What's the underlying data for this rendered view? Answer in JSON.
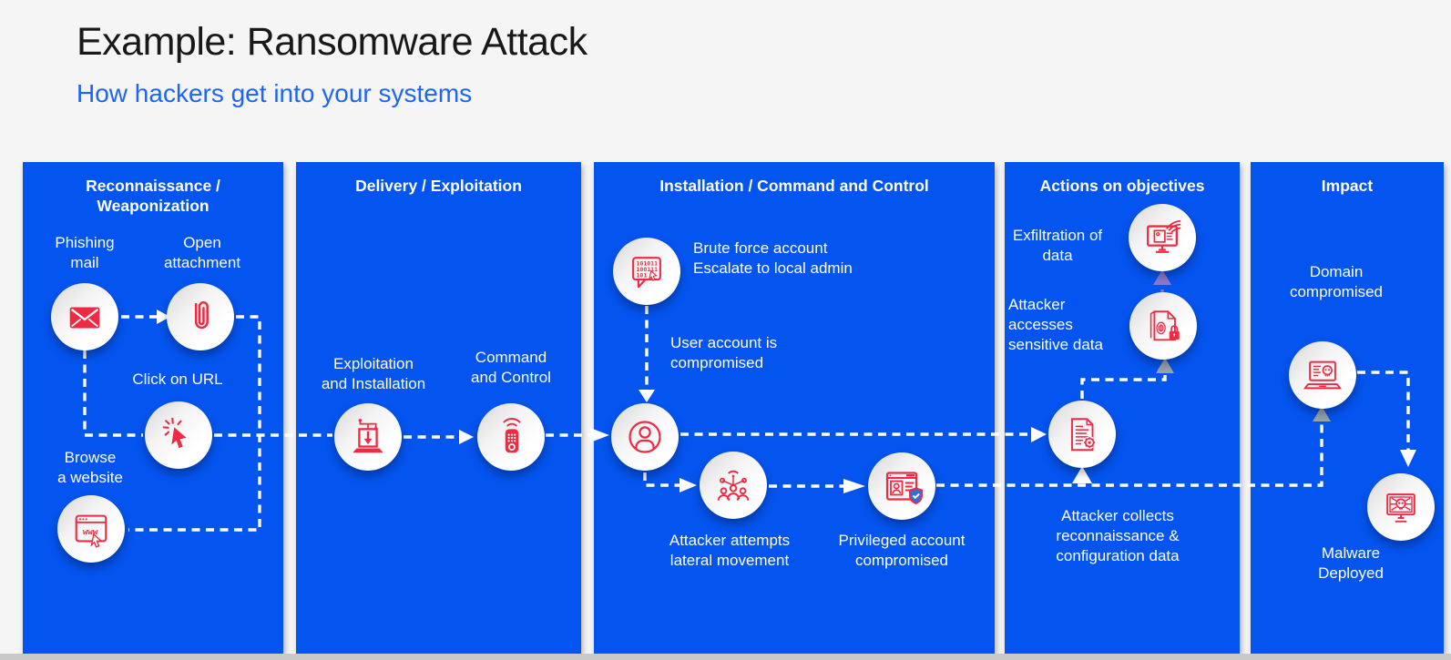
{
  "page": {
    "title": "Example: Ransomware Attack",
    "subtitle": "How hackers get into your systems"
  },
  "colors": {
    "panel_blue": "#0454ef",
    "icon_red": "#ee2b43",
    "subtitle_blue": "#1c66f5",
    "arrow_white": "#ffffff",
    "arrow_gray": "#9aa3ad",
    "arrow_purple": "#8a7ace",
    "shield_blue": "#2e6ee0",
    "background": "#f5f5f5"
  },
  "panels": [
    {
      "header": "Reconnaissance /\nWeaponization",
      "items": [
        {
          "label": "Phishing\nmail",
          "icon": "envelope-icon"
        },
        {
          "label": "Open\nattachment",
          "icon": "paperclip-icon"
        },
        {
          "label": "Click on URL",
          "icon": "cursor-click-icon"
        },
        {
          "label": "Browse\na website",
          "icon": "browser-www-icon"
        }
      ]
    },
    {
      "header": "Delivery / Exploitation",
      "items": [
        {
          "label": "Exploitation\nand Installation",
          "icon": "laptop-exploit-icon"
        },
        {
          "label": "Command\nand Control",
          "icon": "remote-control-icon"
        }
      ]
    },
    {
      "header": "Installation / Command and Control",
      "items": [
        {
          "label": "Brute force account\nEscalate to local admin",
          "icon": "binary-speech-bubble-icon"
        },
        {
          "label": "User account is\ncompromised",
          "icon": "user-account-icon"
        },
        {
          "label": "Attacker attempts\nlateral movement",
          "icon": "lateral-movement-icon"
        },
        {
          "label": "Privileged account\ncompromised",
          "icon": "privileged-account-icon"
        }
      ]
    },
    {
      "header": "Actions on objectives",
      "items": [
        {
          "label": "Exfiltration of\ndata",
          "icon": "data-exfiltration-icon"
        },
        {
          "label": "Attacker\naccesses\nsensitive data",
          "icon": "sensitive-data-lock-icon"
        },
        {
          "label": "Attacker collects\nreconnaissance &\nconfiguration data",
          "icon": "document-gear-icon"
        }
      ]
    },
    {
      "header": "Impact",
      "items": [
        {
          "label": "Domain\ncompromised",
          "icon": "laptop-skull-icon"
        },
        {
          "label": "Malware\nDeployed",
          "icon": "monitor-skull-icon"
        }
      ]
    }
  ]
}
